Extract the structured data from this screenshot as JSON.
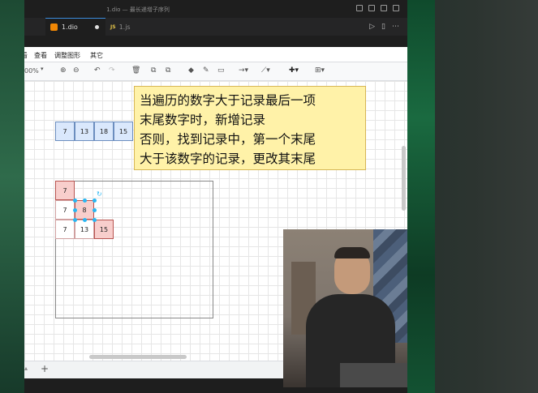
{
  "window": {
    "title": "1.dio — 最长递增子序列"
  },
  "tabs": [
    {
      "label": "1.dio",
      "icon": "drawio-file-icon",
      "modified": true
    },
    {
      "label": "1.js",
      "icon": "js-file-icon",
      "icon_text": "JS"
    }
  ],
  "menu": {
    "items": [
      "查看",
      "调整图形",
      "其它"
    ],
    "partial_first": "看"
  },
  "toolbar": {
    "zoom": "00%"
  },
  "note": {
    "lines": [
      "当遍历的数字大于记录最后一项",
      "末尾数字时，新增记录",
      "否则，找到记录中，第一个末尾",
      "大于该数字的记录，更改其末尾"
    ]
  },
  "top_row": [
    "7",
    "13",
    "18",
    "15"
  ],
  "grid": {
    "row1": [
      "7"
    ],
    "row2": [
      "7",
      "8"
    ],
    "row3": [
      "7",
      "13",
      "15"
    ]
  },
  "bottom": {
    "add_page": "+"
  },
  "colors": {
    "note_bg": "#fff2a8",
    "cell_blue": "#dae8fc",
    "cell_red": "#f8cecc",
    "selection": "#29b6f2"
  }
}
